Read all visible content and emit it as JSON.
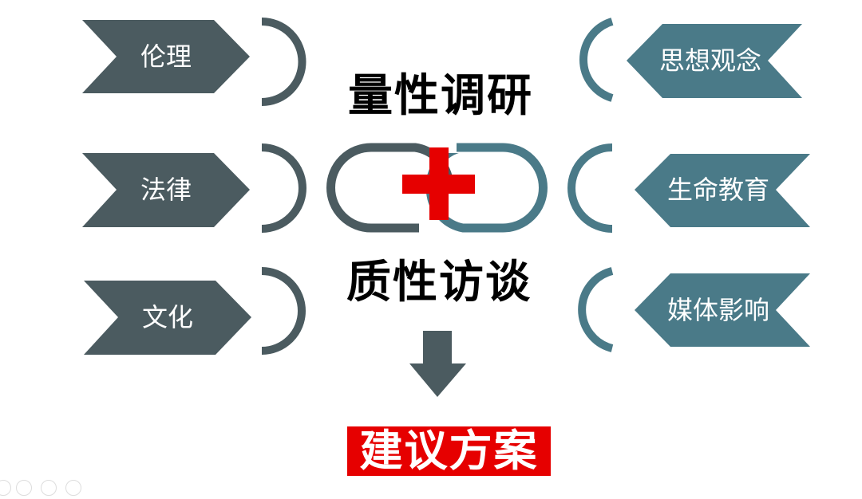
{
  "left_factors": [
    "伦理",
    "法律",
    "文化"
  ],
  "right_factors": [
    "思想观念",
    "生命教育",
    "媒体影响"
  ],
  "center": {
    "top_method": "量性调研",
    "bottom_method": "质性访谈",
    "result": "建议方案"
  },
  "colors": {
    "left": "#4b5b60",
    "right": "#4a7a88",
    "accent": "#e60000"
  },
  "controls": [
    "pen-icon",
    "grid-icon",
    "zoom-icon",
    "more-icon"
  ]
}
